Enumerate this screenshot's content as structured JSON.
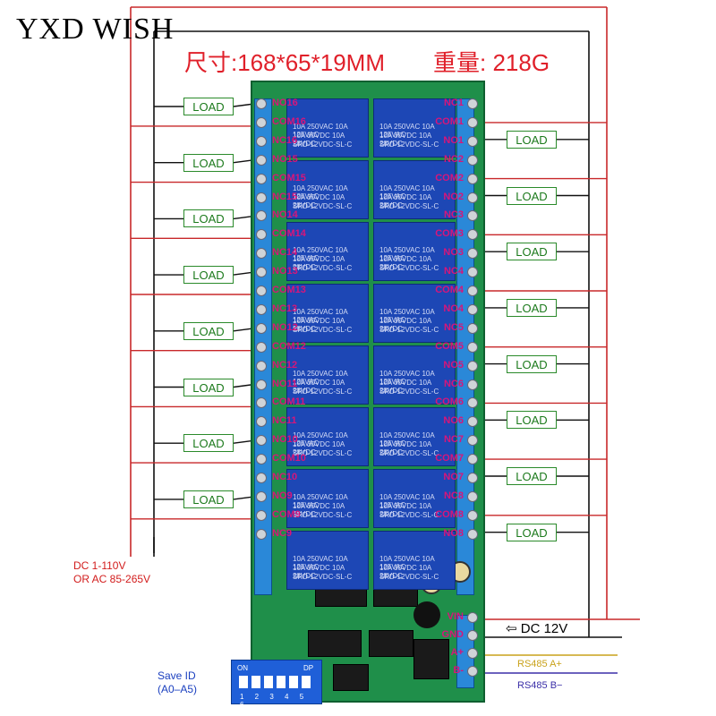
{
  "brand": "YXD WISH",
  "spec": {
    "dimensions": "尺寸:168*65*19MM",
    "weight": "重量: 218G"
  },
  "load_label": "LOAD",
  "left_terminals": [
    "NO16",
    "COM16",
    "NC16",
    "NO15",
    "COM15",
    "NC15",
    "NO14",
    "COM14",
    "NC14",
    "NO13",
    "COM13",
    "NC13",
    "NO12",
    "COM12",
    "NC12",
    "NO11",
    "COM11",
    "NC11",
    "NO10",
    "COM10",
    "NC10",
    "NO9",
    "COM9",
    "NC9"
  ],
  "right_terminals": [
    "NC1",
    "COM1",
    "NO1",
    "NC2",
    "COM2",
    "NO2",
    "NC3",
    "COM3",
    "NO3",
    "NC4",
    "COM4",
    "NO4",
    "NC5",
    "COM5",
    "NO5",
    "NC6",
    "COM6",
    "NO6",
    "NC7",
    "COM7",
    "NO7",
    "NC8",
    "COM8",
    "NO8"
  ],
  "relay_text": [
    "10A 250VAC 10A 125VAC",
    "10A 30VDC 10A 28VDC",
    "SRD-12VDC-SL-C"
  ],
  "power_terminals": [
    "VIN",
    "GND",
    "A+",
    "B-"
  ],
  "notes": {
    "input_voltage_1": "DC 1-110V",
    "input_voltage_2": "OR AC 85-265V",
    "dc_supply": "⇦ DC 12V",
    "rs485_a": "RS485 A+",
    "rs485_b": "RS485 B−",
    "save_id_1": "Save ID",
    "save_id_2": "(A0–A5)"
  },
  "dip": {
    "on": "ON",
    "dp": "DP",
    "numbers": "1 2 3 4 5 6"
  },
  "colors": {
    "wire_red": "#c8282a",
    "wire_black": "#111111",
    "board_green": "#1f8f4a",
    "relay_blue": "#1d47b5",
    "terminal_blue": "#2a88d8",
    "label_pink": "#d8157a",
    "load_green": "#1c7a1c",
    "rs485_a_color": "#c9a21a",
    "rs485_b_color": "#3b2fa8"
  }
}
